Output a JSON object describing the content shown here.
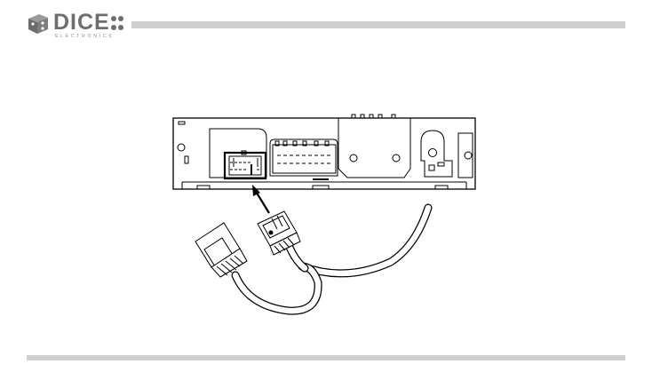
{
  "logo": {
    "word": "DICE",
    "subtitle": "ELECTRONICS"
  },
  "diagram": {
    "subject": "radio-rear-panel-with-y-harness",
    "icons": [
      "radio-unit-icon",
      "harness-connector-icon",
      "insertion-arrow-icon"
    ]
  }
}
